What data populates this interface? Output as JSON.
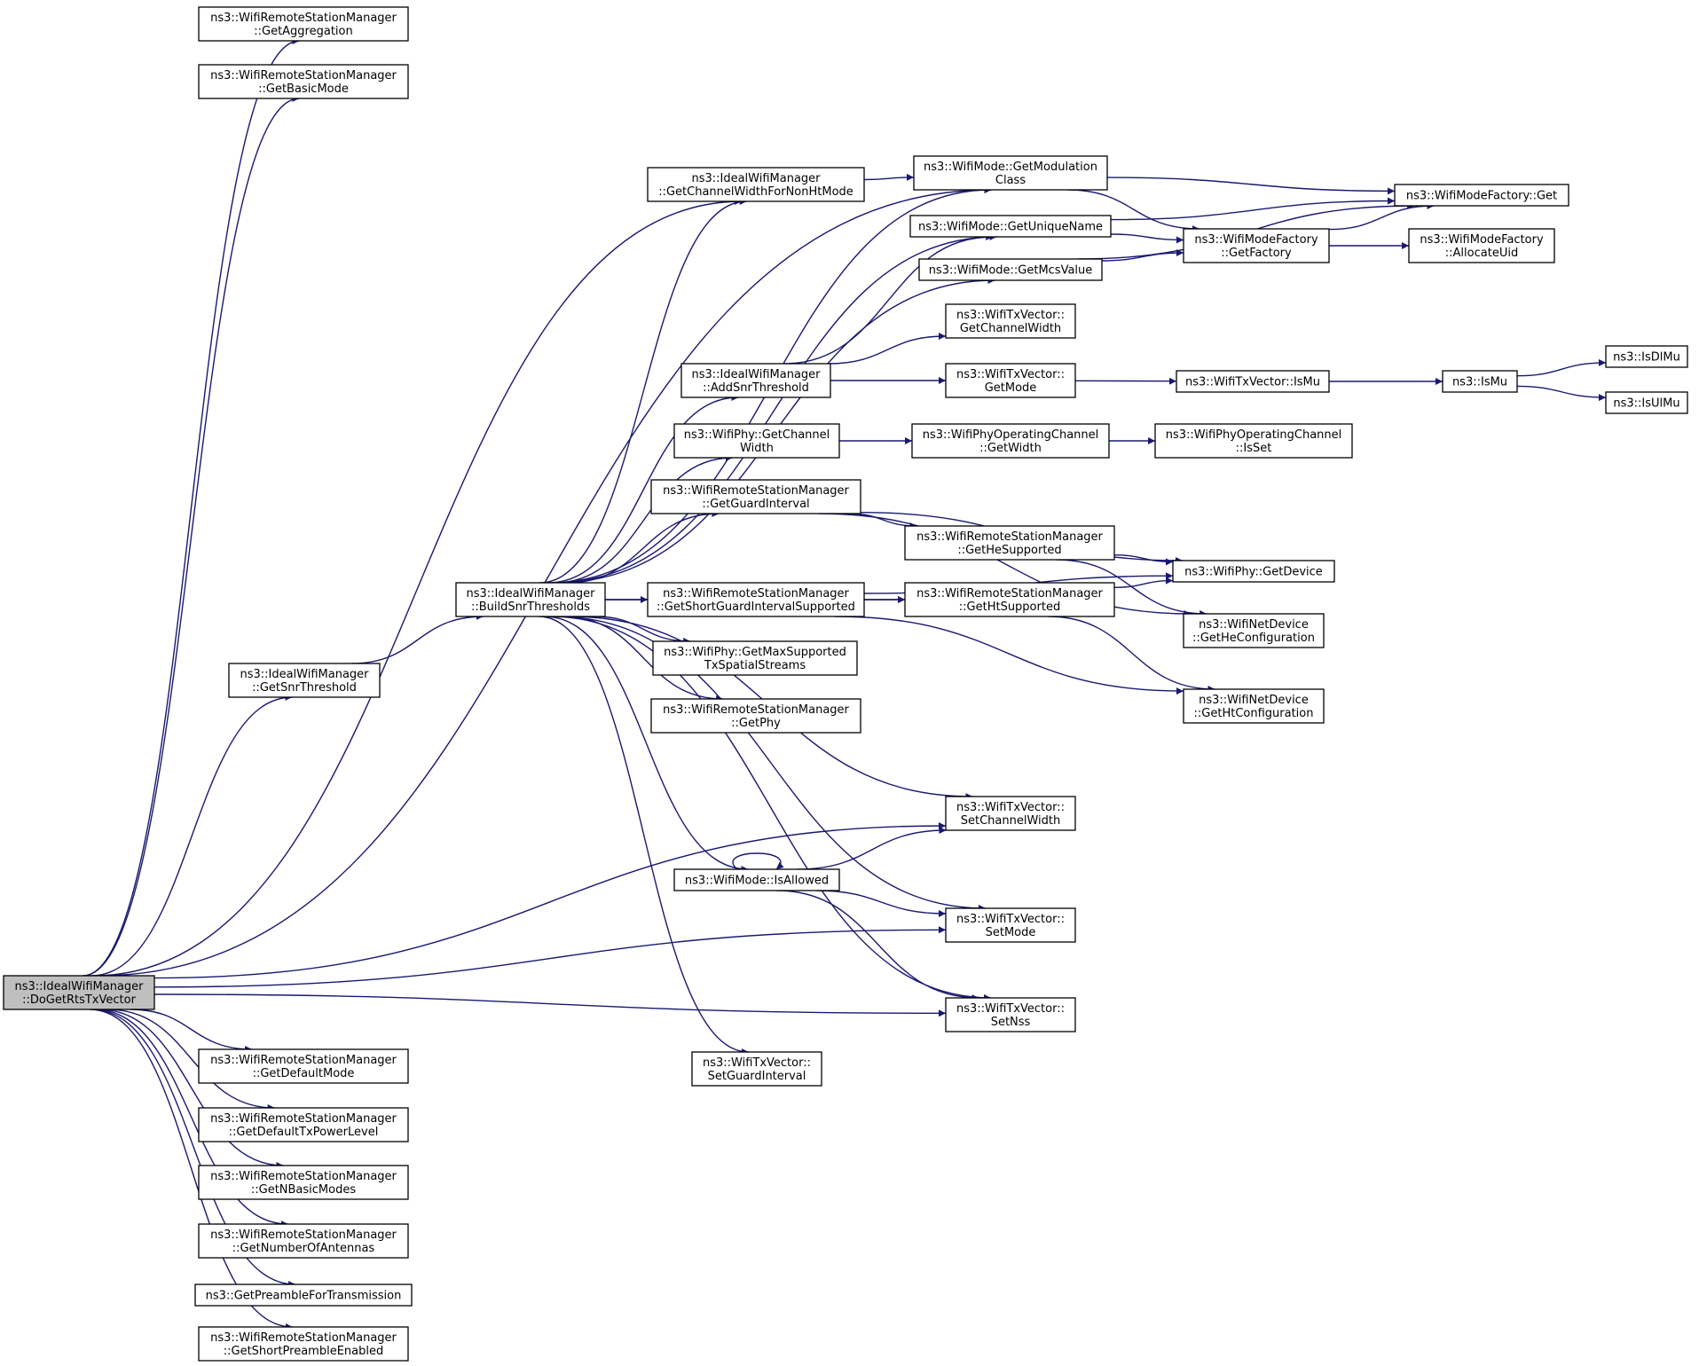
{
  "colors": {
    "edge": "#191970",
    "node_border": "#000000",
    "node_fill": "#ffffff",
    "root_fill": "#bfbfbf"
  },
  "nodes": [
    {
      "id": "root",
      "lines": [
        "ns3::IdealWifiManager",
        "::DoGetRtsTxVector"
      ],
      "highlight": true
    },
    {
      "id": "getAggregation",
      "lines": [
        "ns3::WifiRemoteStationManager",
        "::GetAggregation"
      ]
    },
    {
      "id": "getBasicMode",
      "lines": [
        "ns3::WifiRemoteStationManager",
        "::GetBasicMode"
      ]
    },
    {
      "id": "getSnrThreshold",
      "lines": [
        "ns3::IdealWifiManager",
        "::GetSnrThreshold"
      ]
    },
    {
      "id": "getDefaultMode",
      "lines": [
        "ns3::WifiRemoteStationManager",
        "::GetDefaultMode"
      ]
    },
    {
      "id": "getDefaultTxPowerLevel",
      "lines": [
        "ns3::WifiRemoteStationManager",
        "::GetDefaultTxPowerLevel"
      ]
    },
    {
      "id": "getNBasicModes",
      "lines": [
        "ns3::WifiRemoteStationManager",
        "::GetNBasicModes"
      ]
    },
    {
      "id": "getNumberOfAntennas",
      "lines": [
        "ns3::WifiRemoteStationManager",
        "::GetNumberOfAntennas"
      ]
    },
    {
      "id": "getPreamble",
      "lines": [
        "ns3::GetPreambleForTransmission"
      ]
    },
    {
      "id": "getShortPreamble",
      "lines": [
        "ns3::WifiRemoteStationManager",
        "::GetShortPreambleEnabled"
      ]
    },
    {
      "id": "buildSnr",
      "lines": [
        "ns3::IdealWifiManager",
        "::BuildSnrThresholds"
      ]
    },
    {
      "id": "getChannelWidthNonHt",
      "lines": [
        "ns3::IdealWifiManager",
        "::GetChannelWidthForNonHtMode"
      ]
    },
    {
      "id": "addSnr",
      "lines": [
        "ns3::IdealWifiManager",
        "::AddSnrThreshold"
      ]
    },
    {
      "id": "phyGetChannelWidth",
      "lines": [
        "ns3::WifiPhy::GetChannel",
        "Width"
      ]
    },
    {
      "id": "getGuardInterval",
      "lines": [
        "ns3::WifiRemoteStationManager",
        "::GetGuardInterval"
      ]
    },
    {
      "id": "getShortGI",
      "lines": [
        "ns3::WifiRemoteStationManager",
        "::GetShortGuardIntervalSupported"
      ]
    },
    {
      "id": "getMaxSS",
      "lines": [
        "ns3::WifiPhy::GetMaxSupported",
        "TxSpatialStreams"
      ]
    },
    {
      "id": "getPhy",
      "lines": [
        "ns3::WifiRemoteStationManager",
        "::GetPhy"
      ]
    },
    {
      "id": "isAllowed",
      "lines": [
        "ns3::WifiMode::IsAllowed"
      ]
    },
    {
      "id": "setGI",
      "lines": [
        "ns3::WifiTxVector::",
        "SetGuardInterval"
      ]
    },
    {
      "id": "getModClass",
      "lines": [
        "ns3::WifiMode::GetModulation",
        "Class"
      ]
    },
    {
      "id": "getUniqueName",
      "lines": [
        "ns3::WifiMode::GetUniqueName"
      ]
    },
    {
      "id": "getMcsValue",
      "lines": [
        "ns3::WifiMode::GetMcsValue"
      ]
    },
    {
      "id": "txvGetChannelWidth",
      "lines": [
        "ns3::WifiTxVector::",
        "GetChannelWidth"
      ]
    },
    {
      "id": "txvGetMode",
      "lines": [
        "ns3::WifiTxVector::",
        "GetMode"
      ]
    },
    {
      "id": "opGetWidth",
      "lines": [
        "ns3::WifiPhyOperatingChannel",
        "::GetWidth"
      ]
    },
    {
      "id": "getHeSupported",
      "lines": [
        "ns3::WifiRemoteStationManager",
        "::GetHeSupported"
      ]
    },
    {
      "id": "getHtSupported",
      "lines": [
        "ns3::WifiRemoteStationManager",
        "::GetHtSupported"
      ]
    },
    {
      "id": "setChannelWidth",
      "lines": [
        "ns3::WifiTxVector::",
        "SetChannelWidth"
      ]
    },
    {
      "id": "setMode",
      "lines": [
        "ns3::WifiTxVector::",
        "SetMode"
      ]
    },
    {
      "id": "setNss",
      "lines": [
        "ns3::WifiTxVector::",
        "SetNss"
      ]
    },
    {
      "id": "factoryGet",
      "lines": [
        "ns3::WifiModeFactory::Get"
      ]
    },
    {
      "id": "getFactory",
      "lines": [
        "ns3::WifiModeFactory",
        "::GetFactory"
      ]
    },
    {
      "id": "allocateUid",
      "lines": [
        "ns3::WifiModeFactory",
        "::AllocateUid"
      ]
    },
    {
      "id": "txvIsMu",
      "lines": [
        "ns3::WifiTxVector::IsMu"
      ]
    },
    {
      "id": "opIsSet",
      "lines": [
        "ns3::WifiPhyOperatingChannel",
        "::IsSet"
      ]
    },
    {
      "id": "phyGetDevice",
      "lines": [
        "ns3::WifiPhy::GetDevice"
      ]
    },
    {
      "id": "getHeConfig",
      "lines": [
        "ns3::WifiNetDevice",
        "::GetHeConfiguration"
      ]
    },
    {
      "id": "getHtConfig",
      "lines": [
        "ns3::WifiNetDevice",
        "::GetHtConfiguration"
      ]
    },
    {
      "id": "isMu",
      "lines": [
        "ns3::IsMu"
      ]
    },
    {
      "id": "isDlMu",
      "lines": [
        "ns3::IsDlMu"
      ]
    },
    {
      "id": "isUlMu",
      "lines": [
        "ns3::IsUlMu"
      ]
    }
  ],
  "edges": [
    [
      "root",
      "getAggregation"
    ],
    [
      "root",
      "getBasicMode"
    ],
    [
      "root",
      "getModClass"
    ],
    [
      "root",
      "getChannelWidthNonHt"
    ],
    [
      "root",
      "getSnrThreshold"
    ],
    [
      "root",
      "setChannelWidth"
    ],
    [
      "root",
      "setMode"
    ],
    [
      "root",
      "setNss"
    ],
    [
      "root",
      "getDefaultMode"
    ],
    [
      "root",
      "getDefaultTxPowerLevel"
    ],
    [
      "root",
      "getNBasicModes"
    ],
    [
      "root",
      "getNumberOfAntennas"
    ],
    [
      "root",
      "getPreamble"
    ],
    [
      "root",
      "getShortPreamble"
    ],
    [
      "getSnrThreshold",
      "buildSnr"
    ],
    [
      "buildSnr",
      "getChannelWidthNonHt"
    ],
    [
      "buildSnr",
      "getModClass"
    ],
    [
      "buildSnr",
      "getUniqueName"
    ],
    [
      "buildSnr",
      "getMcsValue"
    ],
    [
      "buildSnr",
      "addSnr"
    ],
    [
      "buildSnr",
      "phyGetChannelWidth"
    ],
    [
      "buildSnr",
      "getGuardInterval"
    ],
    [
      "buildSnr",
      "getShortGI"
    ],
    [
      "buildSnr",
      "getHtSupported"
    ],
    [
      "buildSnr",
      "getMaxSS"
    ],
    [
      "buildSnr",
      "getPhy"
    ],
    [
      "buildSnr",
      "setChannelWidth"
    ],
    [
      "buildSnr",
      "isAllowed"
    ],
    [
      "buildSnr",
      "setMode"
    ],
    [
      "buildSnr",
      "setNss"
    ],
    [
      "buildSnr",
      "setGI"
    ],
    [
      "getChannelWidthNonHt",
      "getModClass"
    ],
    [
      "addSnr",
      "getUniqueName"
    ],
    [
      "addSnr",
      "txvGetChannelWidth"
    ],
    [
      "addSnr",
      "txvGetMode"
    ],
    [
      "phyGetChannelWidth",
      "opGetWidth"
    ],
    [
      "getGuardInterval",
      "phyGetDevice"
    ],
    [
      "getGuardInterval",
      "getHeSupported"
    ],
    [
      "getGuardInterval",
      "getHeConfig"
    ],
    [
      "getShortGI",
      "getHtSupported"
    ],
    [
      "getShortGI",
      "phyGetDevice"
    ],
    [
      "getShortGI",
      "getHtConfig"
    ],
    [
      "isAllowed",
      "isAllowed"
    ],
    [
      "isAllowed",
      "setChannelWidth"
    ],
    [
      "isAllowed",
      "setMode"
    ],
    [
      "isAllowed",
      "setNss"
    ],
    [
      "getModClass",
      "factoryGet"
    ],
    [
      "getModClass",
      "getFactory"
    ],
    [
      "getUniqueName",
      "factoryGet"
    ],
    [
      "getUniqueName",
      "getFactory"
    ],
    [
      "getMcsValue",
      "getFactory"
    ],
    [
      "getMcsValue",
      "factoryGet"
    ],
    [
      "getFactory",
      "factoryGet"
    ],
    [
      "getFactory",
      "allocateUid"
    ],
    [
      "txvGetMode",
      "txvIsMu"
    ],
    [
      "txvIsMu",
      "isMu"
    ],
    [
      "isMu",
      "isDlMu"
    ],
    [
      "isMu",
      "isUlMu"
    ],
    [
      "opGetWidth",
      "opIsSet"
    ],
    [
      "getHeSupported",
      "phyGetDevice"
    ],
    [
      "getHeSupported",
      "getHeConfig"
    ],
    [
      "getHtSupported",
      "phyGetDevice"
    ],
    [
      "getHtSupported",
      "getHtConfig"
    ]
  ]
}
